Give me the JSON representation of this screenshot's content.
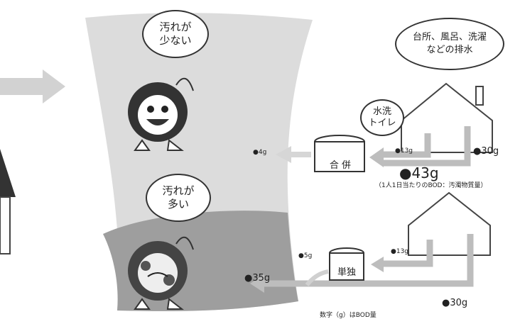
{
  "top_fish_bubble": [
    "汚れが",
    "少ない"
  ],
  "bottom_fish_bubble": [
    "汚れが",
    "多い"
  ],
  "house_bubble": [
    "台所、風呂、洗濯",
    "などの排水"
  ],
  "toilet_label": [
    "水洗",
    "トイレ"
  ],
  "combined_tank_label": "合 併",
  "single_tank_label": "単独",
  "upper": {
    "toilet_value": "●13g",
    "kitchen_value": "●30g",
    "outflow_value": "●4g",
    "total_value": "●43g",
    "total_note": "（1人1日当たりのBOD：汚濁物質量）"
  },
  "lower": {
    "toilet_value": "●13g",
    "treated_value": "●5g",
    "total_value": "●35g",
    "kitchen_value": "●30g"
  },
  "footnote": "数字（g）はBOD量",
  "colors": {
    "river": "#dcdcdc",
    "riverbed": "#9a9a9a",
    "arrow": "#cfcfcf",
    "pipe": "#bdbdbd",
    "dark": "#333333"
  }
}
